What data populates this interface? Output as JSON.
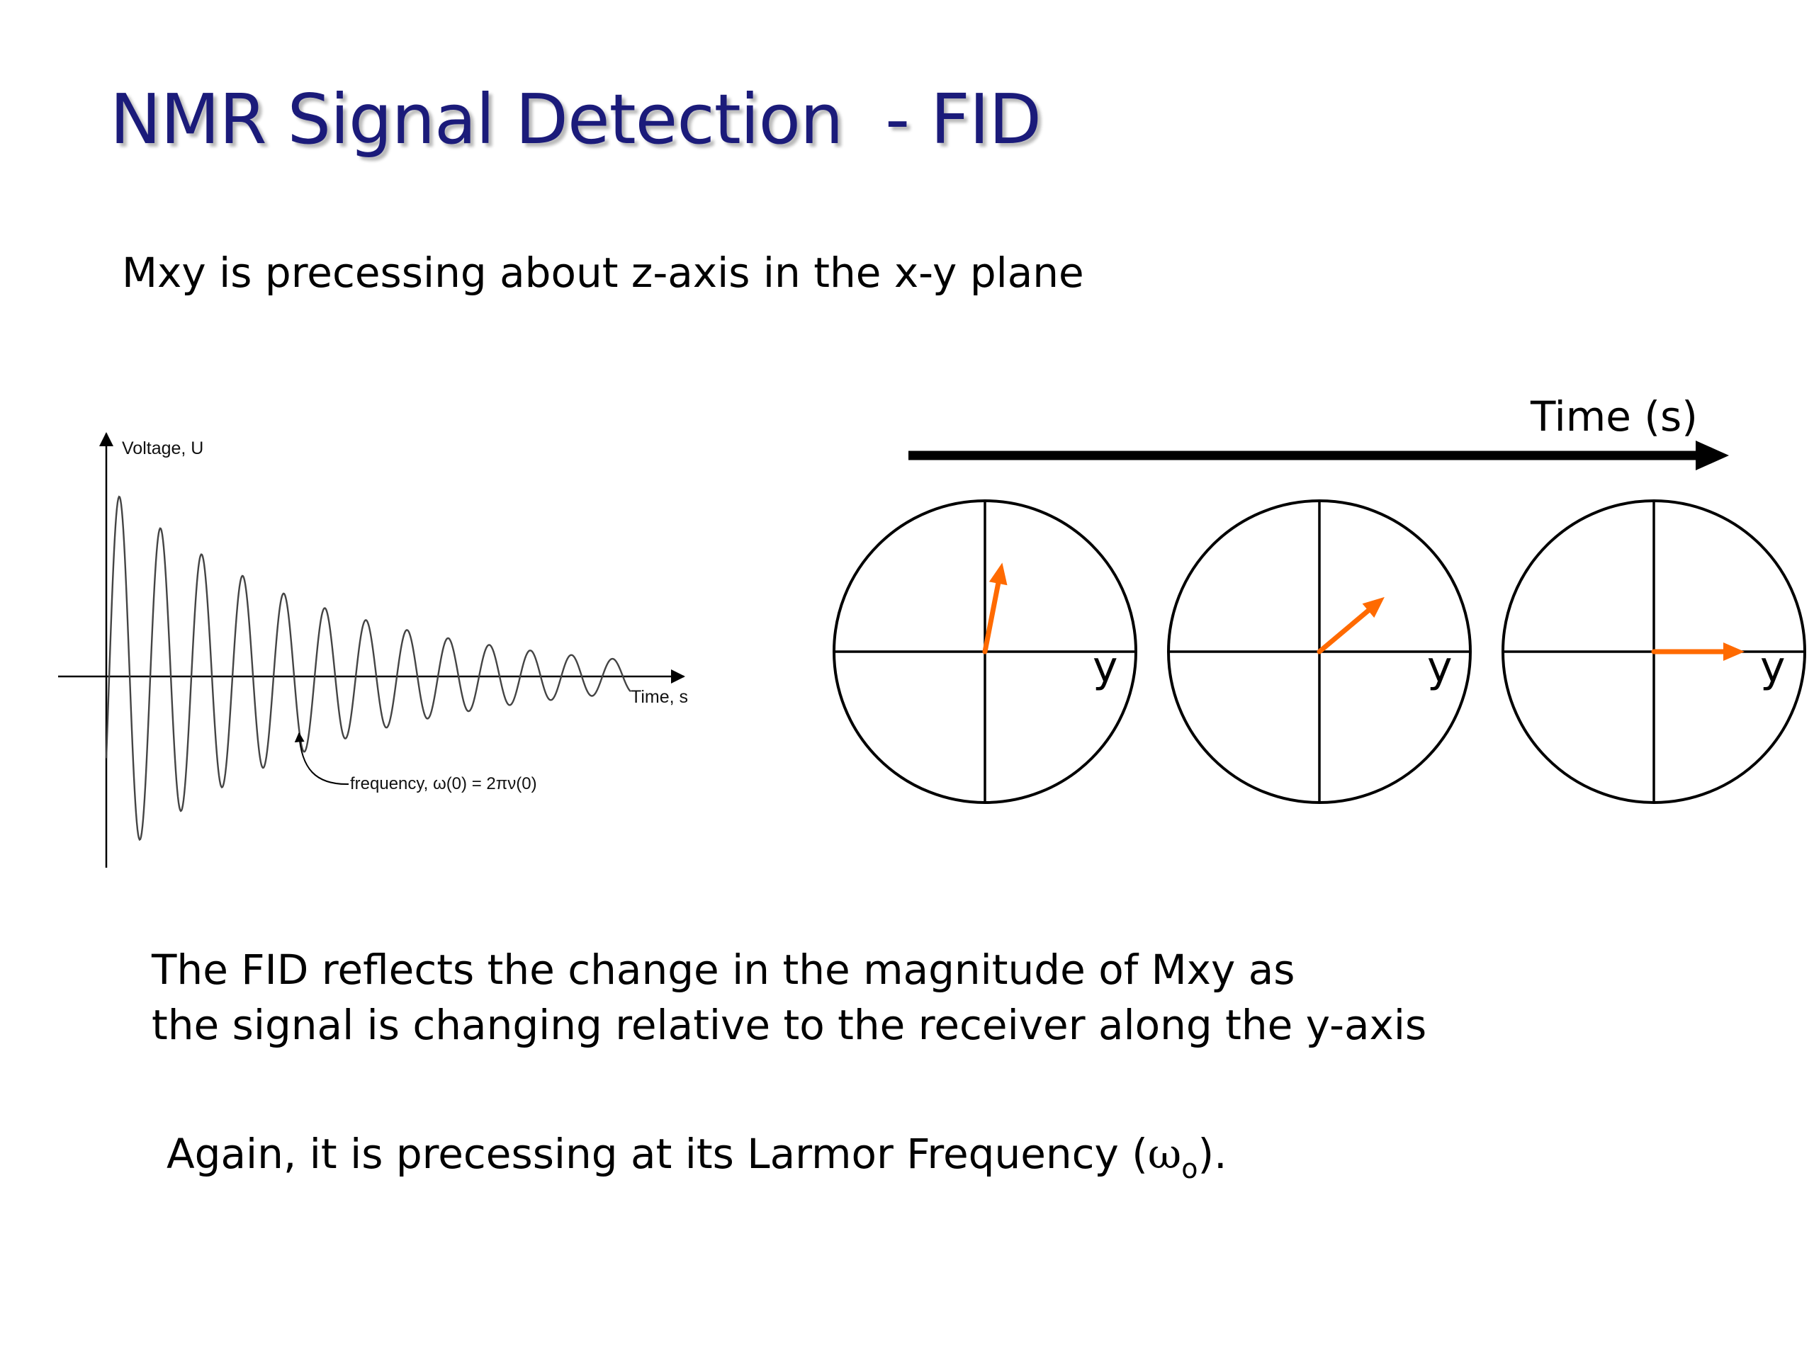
{
  "slide": {
    "title": "NMR Signal Detection  - FID",
    "intro": "Mxy is precessing about z-axis in the x-y plane",
    "fid_line1": "The FID reflects the change in the magnitude of Mxy as",
    "fid_line2": "the signal is changing relative to the receiver along the y-axis",
    "larmor_prefix": "Again, it is precessing at its Larmor Frequency (",
    "larmor_symbol": "ω",
    "larmor_subscript": "o",
    "larmor_suffix": ")."
  },
  "fid_plot": {
    "y_axis_label": "Voltage, U",
    "x_axis_label": "Time, s",
    "annotation": "frequency, ω(0) = 2πν(0)"
  },
  "precession": {
    "time_label": "Time (s)",
    "axis_label": "y",
    "vector_color": "#ff6a00",
    "vector_angles_deg_from_y": [
      79,
      40,
      0
    ]
  }
}
